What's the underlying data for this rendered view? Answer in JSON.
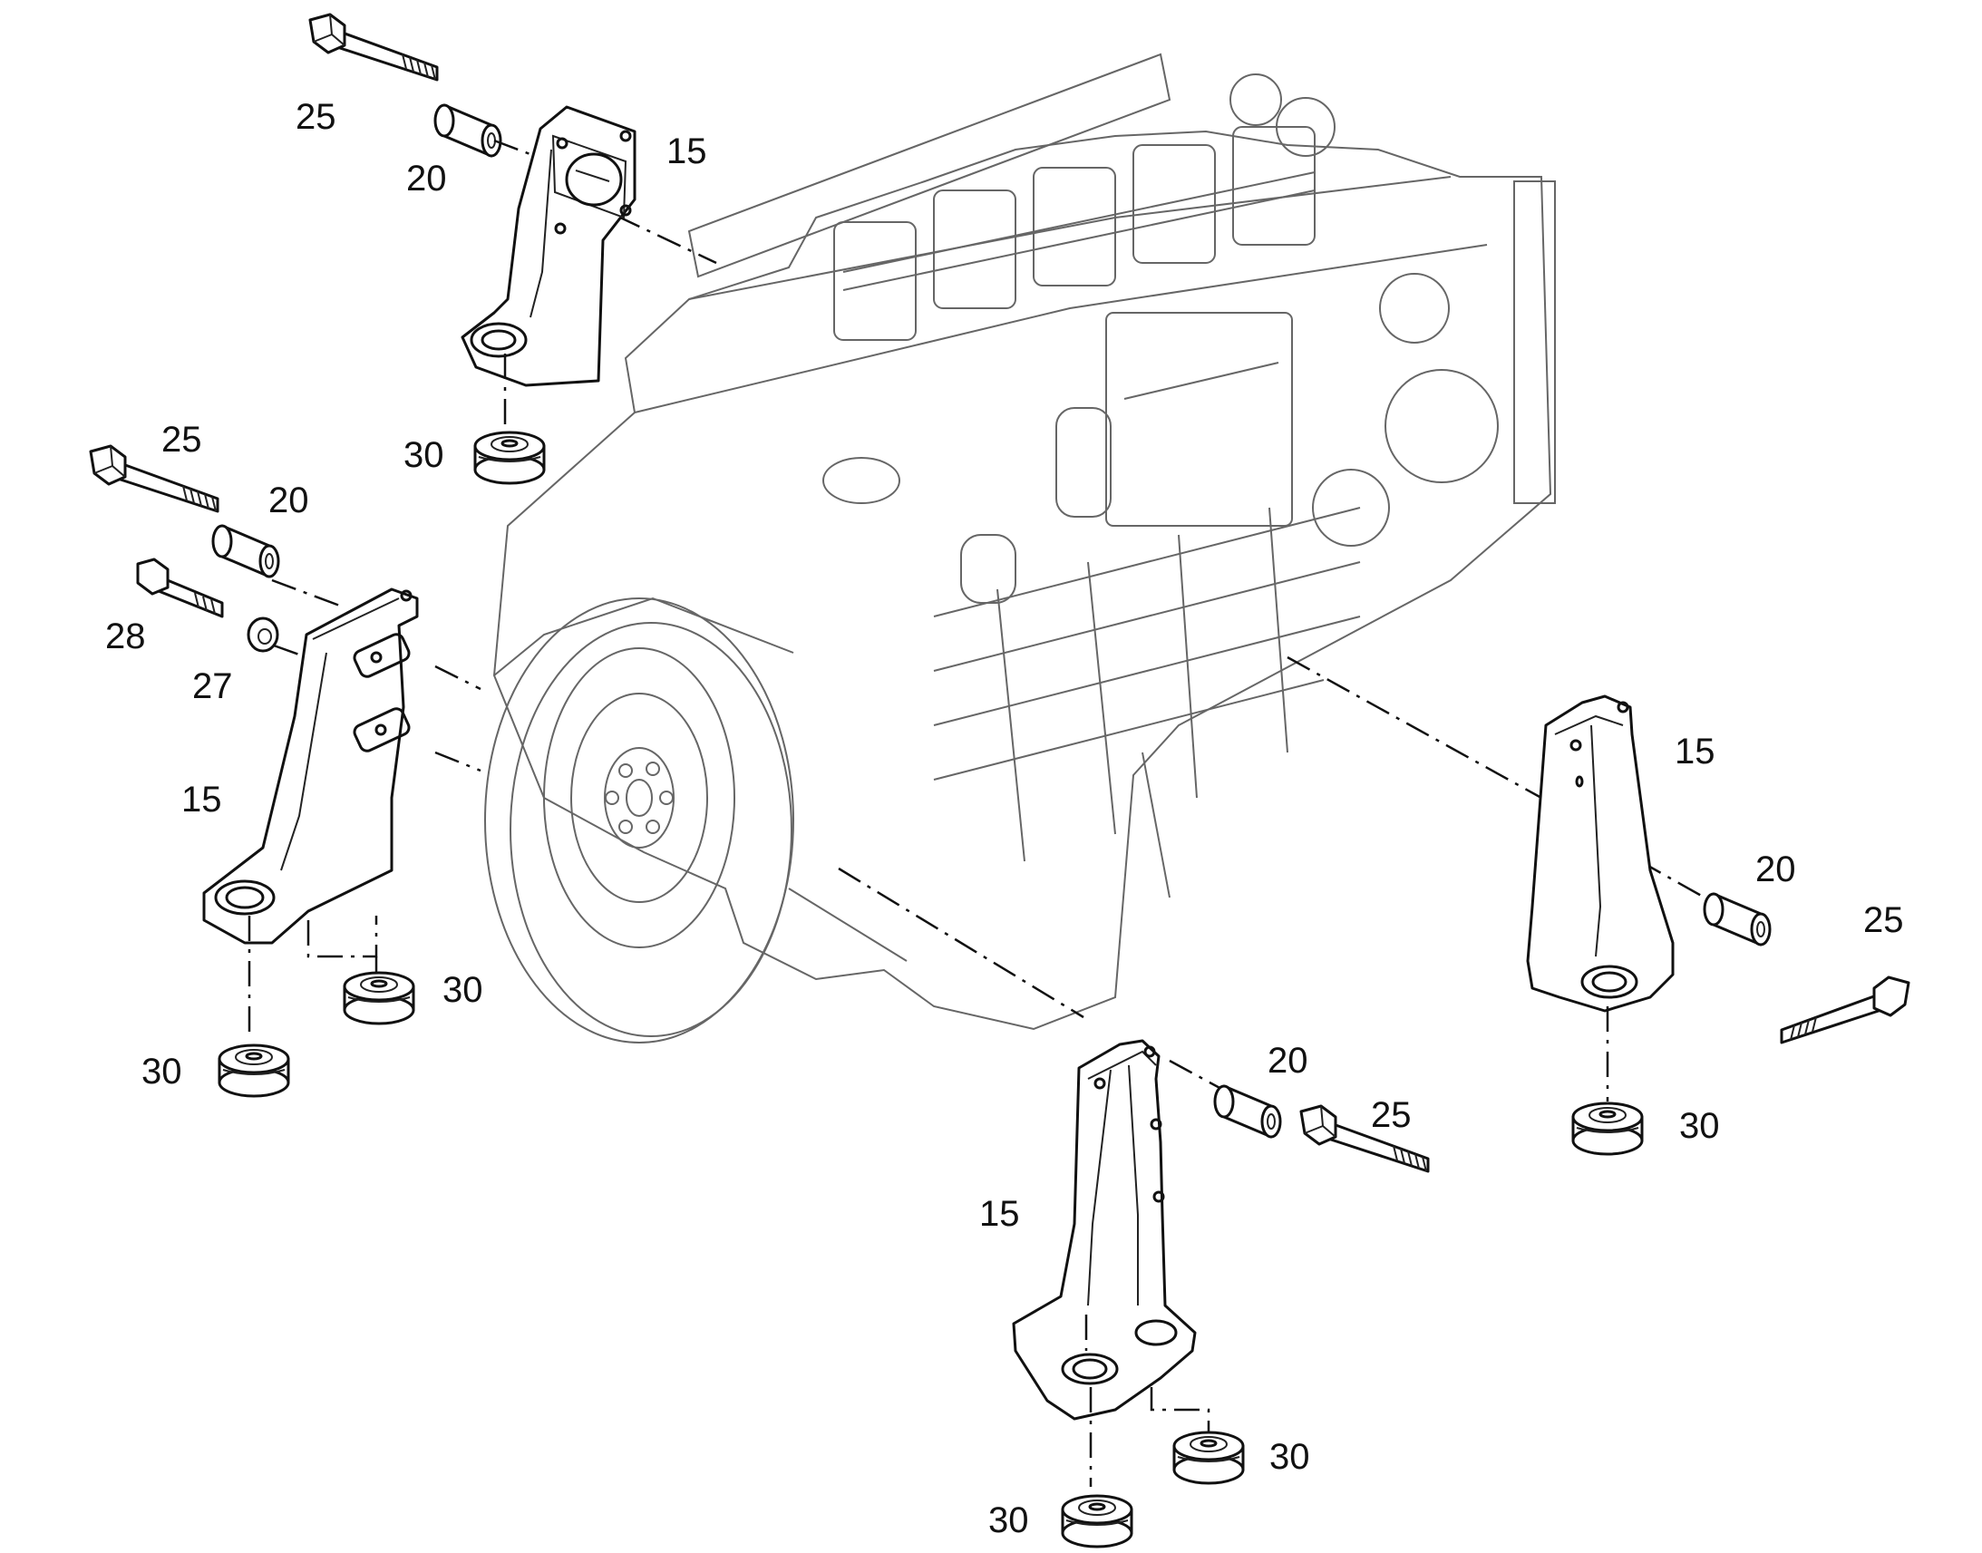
{
  "callouts": {
    "c1": "25",
    "c2": "20",
    "c3": "15",
    "c4": "30",
    "c5": "25",
    "c6": "20",
    "c7": "28",
    "c8": "27",
    "c9": "15",
    "c10": "30",
    "c11": "30",
    "c12": "15",
    "c13": "20",
    "c14": "25",
    "c15": "30",
    "c16": "20",
    "c17": "25",
    "c18": "15",
    "c19": "30",
    "c20": "30"
  },
  "parts": {
    "15": "engine-mount-bracket",
    "20": "spacer-sleeve",
    "25": "hex-bolt",
    "27": "washer",
    "28": "hex-bolt-short",
    "30": "rubber-mount"
  }
}
